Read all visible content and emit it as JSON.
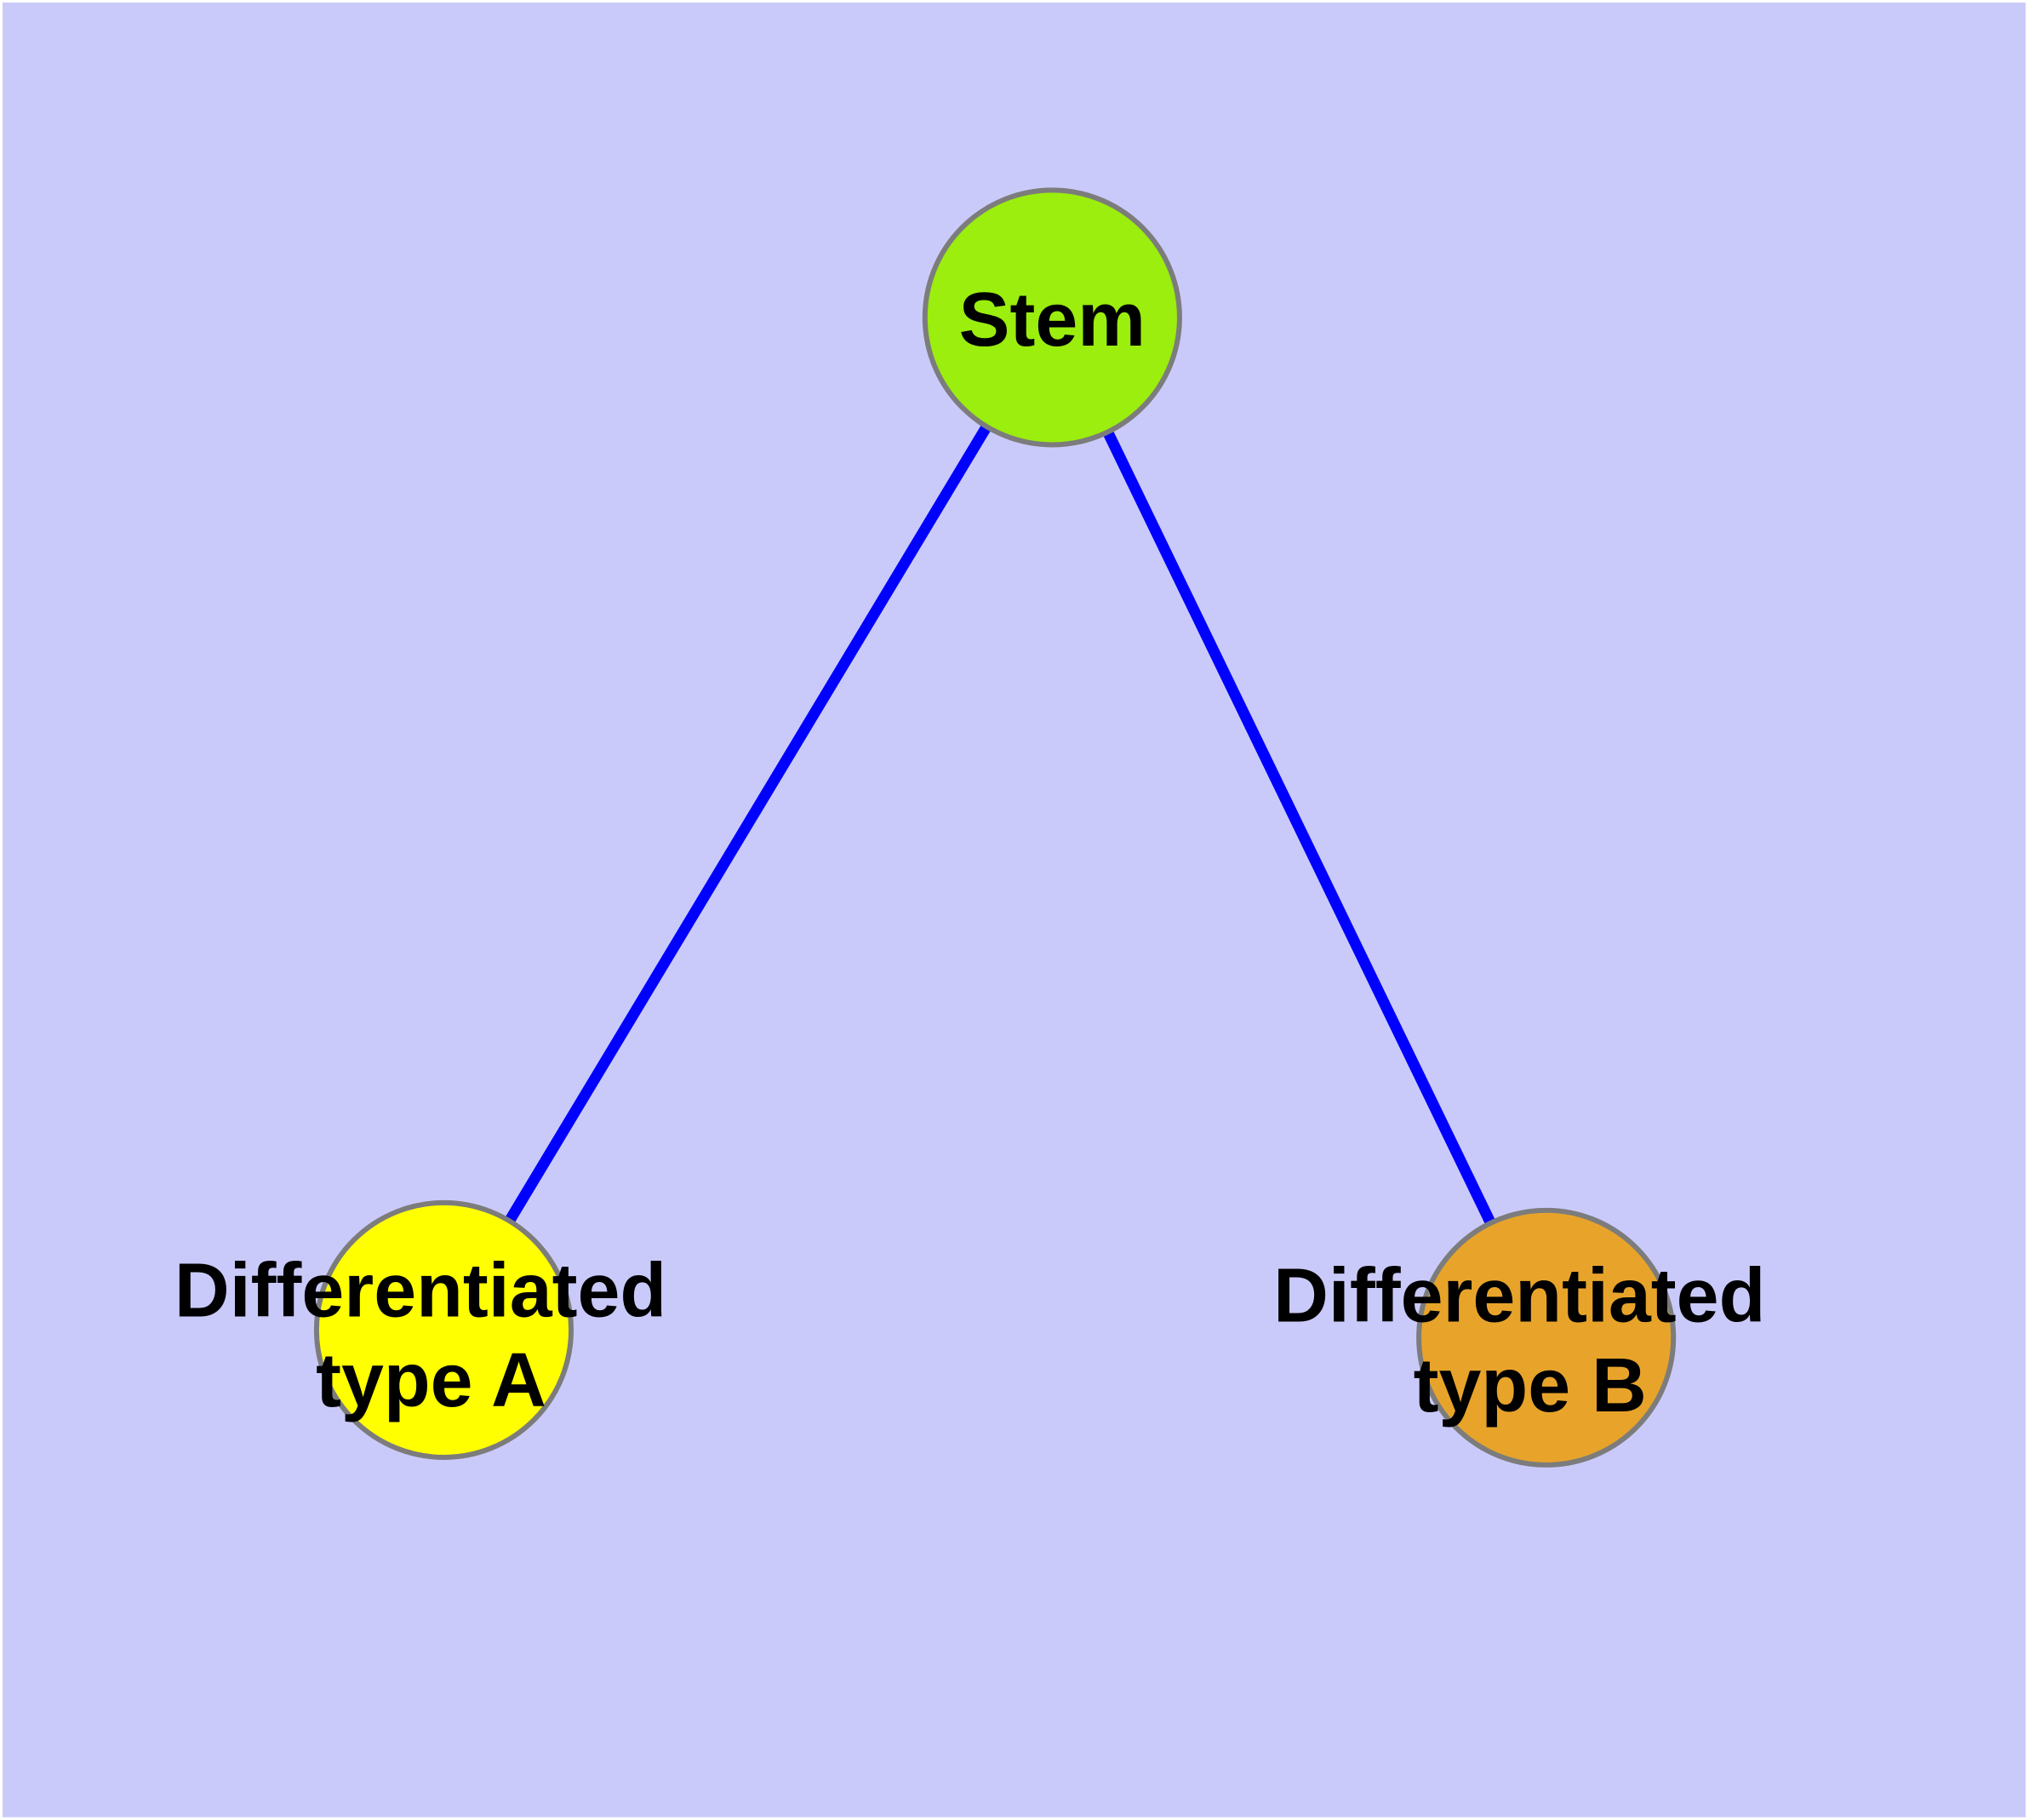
{
  "frame": {
    "background": "#FFFFFF"
  },
  "canvas": {
    "background": "#CACAFA"
  },
  "diagram": {
    "type": "node-link-graph",
    "edge_color": "#0000FF",
    "node_border_color": "#7C7C7C",
    "label_color": "#000000",
    "nodes": [
      {
        "id": "stem",
        "label": "Stem",
        "fill": "#9BEE0D"
      },
      {
        "id": "differentiated-type-a",
        "label": "Differentiated type A",
        "label_line1": "Differentiated",
        "label_line2": "type A",
        "fill": "#FFFF00"
      },
      {
        "id": "differentiated-type-b",
        "label": "Differentiated type B",
        "label_line1": "Differentiated",
        "label_line2": "type B",
        "fill": "#E8A42A"
      }
    ],
    "edges": [
      {
        "from": "Stem",
        "to": "Differentiated type A"
      },
      {
        "from": "Stem",
        "to": "Differentiated type B"
      }
    ]
  }
}
